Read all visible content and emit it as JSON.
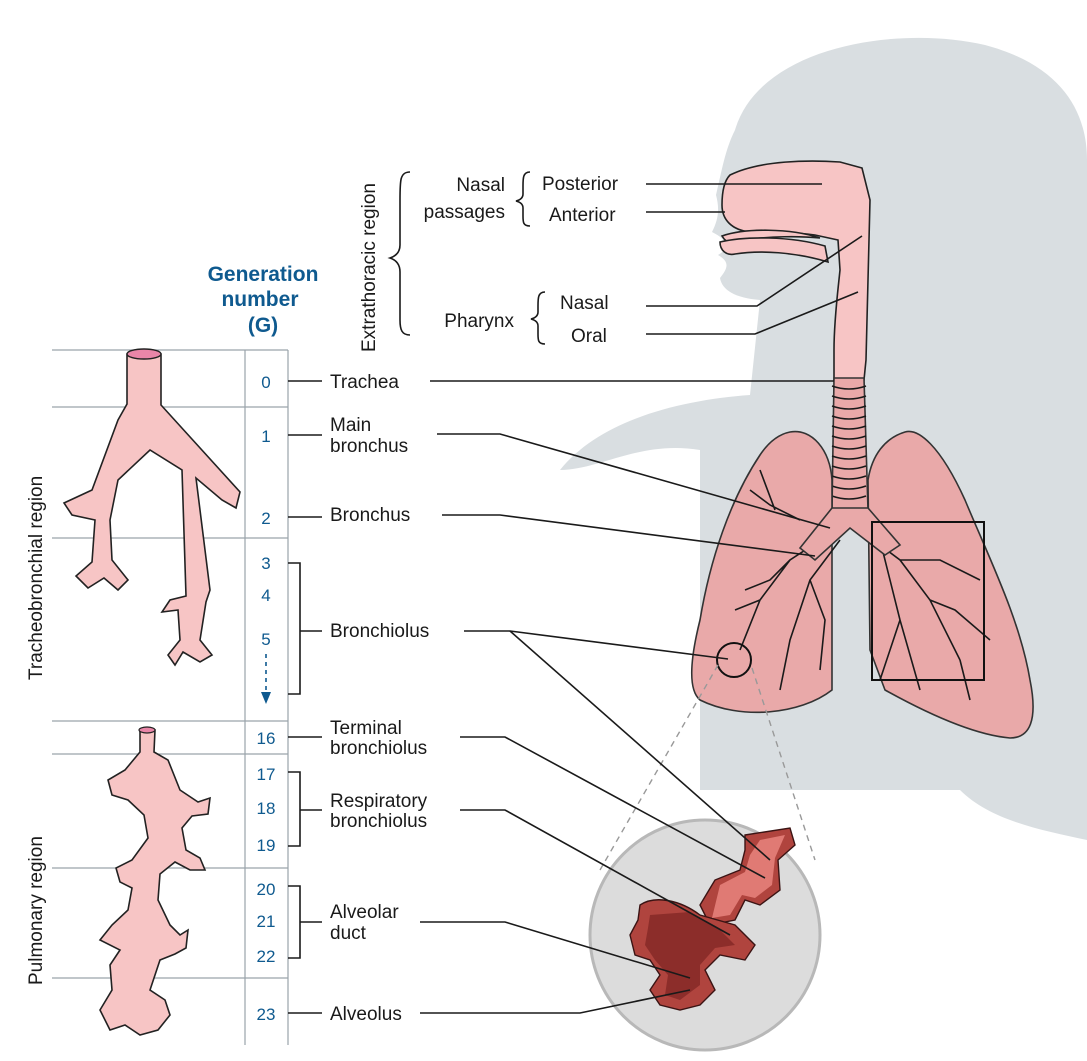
{
  "header": {
    "line1": "Generation",
    "line2": "number",
    "line3": "(G)"
  },
  "regions": {
    "extrathoracic": "Extrathoracic region",
    "tracheobronchial": "Tracheobronchial region",
    "pulmonary": "Pulmonary region"
  },
  "upper_labels": {
    "nasal": "Nasal",
    "passages": "passages",
    "posterior": "Posterior",
    "anterior": "Anterior",
    "pharynx": "Pharynx",
    "pharynx_nasal": "Nasal",
    "pharynx_oral": "Oral"
  },
  "generations": [
    "0",
    "1",
    "2",
    "3",
    "4",
    "5",
    "16",
    "17",
    "18",
    "19",
    "20",
    "21",
    "22",
    "23"
  ],
  "structures": {
    "trachea": "Trachea",
    "main_bronchus_1": "Main",
    "main_bronchus_2": "bronchus",
    "bronchus": "Bronchus",
    "bronchiolus": "Bronchiolus",
    "terminal_1": "Terminal",
    "terminal_2": "bronchiolus",
    "respiratory_1": "Respiratory",
    "respiratory_2": "bronchiolus",
    "alveolar_1": "Alveolar",
    "alveolar_2": "duct",
    "alveolus": "Alveolus"
  },
  "colors": {
    "silhouette": "#d9dee1",
    "airway": "#f7c5c5",
    "lung": "#e9a9a9",
    "generation_text": "#0f5a8f",
    "alveolar_tissue": "#b0443e"
  }
}
